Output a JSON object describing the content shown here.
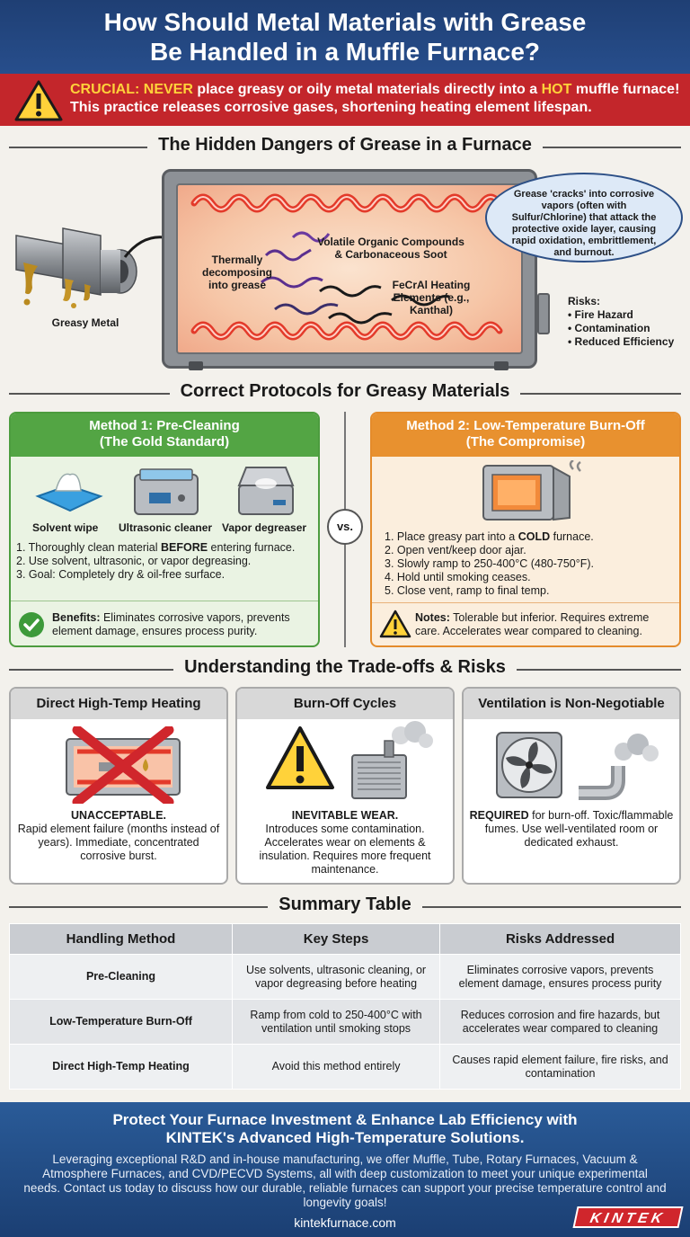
{
  "header": {
    "title_line1": "How Should Metal Materials with Grease",
    "title_line2": "Be Handled in a Muffle Furnace?"
  },
  "warning": {
    "prefix": "CRUCIAL: NEVER",
    "middle": " place greasy or oily metal materials directly into a ",
    "hot": "HOT",
    "suffix": " muffle furnace!",
    "line2": "This practice releases corrosive gases, shortening heating element lifespan."
  },
  "dangers": {
    "title": "The Hidden Dangers of Grease in a Furnace",
    "greasy_metal": "Greasy Metal",
    "decomposing": "Thermally decomposing into grease",
    "voc": "Volatile Organic Compounds & Carbonaceous Soot",
    "elements": "FeCrAl Heating Elements (e.g., Kanthal)",
    "bubble": "Grease 'cracks' into corrosive vapors (often with Sulfur/Chlorine) that attack the protective oxide layer, causing rapid oxidation, embrittlement, and burnout.",
    "risks_title": "Risks:",
    "risks": [
      "• Fire Hazard",
      "• Contamination",
      "• Reduced Efficiency"
    ]
  },
  "protocols": {
    "title": "Correct Protocols for Greasy Materials",
    "vs": "vs.",
    "method1": {
      "title1": "Method 1: Pre-Cleaning",
      "title2": "(The Gold Standard)",
      "icons": [
        "Solvent wipe",
        "Ultrasonic cleaner",
        "Vapor degreaser"
      ],
      "step1a": "1. Thoroughly clean material ",
      "step1b": "BEFORE",
      "step1c": " entering furnace.",
      "step2": "2. Use solvent, ultrasonic, or vapor degreasing.",
      "step3": "3. Goal: Completely dry & oil-free surface.",
      "benefit_label": "Benefits:",
      "benefit_text": " Eliminates corrosive vapors, prevents element damage, ensures process purity."
    },
    "method2": {
      "title1": "Method 2: Low-Temperature Burn-Off",
      "title2": "(The Compromise)",
      "step1a": "1. Place greasy part into a ",
      "step1b": "COLD",
      "step1c": " furnace.",
      "step2": "2. Open vent/keep door ajar.",
      "step3": "3. Slowly ramp to 250-400°C (480-750°F).",
      "step4": "4. Hold until smoking ceases.",
      "step5": "5. Close vent, ramp to final temp.",
      "note_label": "Notes:",
      "note_text": " Tolerable but inferior. Requires extreme care. Accelerates wear compared to cleaning."
    }
  },
  "tradeoffs": {
    "title": "Understanding the Trade-offs & Risks",
    "cards": [
      {
        "title": "Direct High-Temp Heating",
        "bold": "UNACCEPTABLE.",
        "text": "Rapid element failure (months instead of years). Immediate, concentrated corrosive burst."
      },
      {
        "title": "Burn-Off Cycles",
        "bold": "INEVITABLE WEAR.",
        "text": "Introduces some contamination. Accelerates wear on elements & insulation. Requires more frequent maintenance."
      },
      {
        "title": "Ventilation is Non-Negotiable",
        "bold": "REQUIRED",
        "text": " for burn-off. Toxic/flammable fumes. Use well-ventilated room or dedicated exhaust."
      }
    ]
  },
  "summary": {
    "title": "Summary Table",
    "headers": [
      "Handling Method",
      "Key Steps",
      "Risks Addressed"
    ],
    "rows": [
      [
        "Pre-Cleaning",
        "Use solvents, ultrasonic cleaning, or vapor degreasing before heating",
        "Eliminates corrosive vapors, prevents element damage, ensures process purity"
      ],
      [
        "Low-Temperature Burn-Off",
        "Ramp from cold to 250-400°C with ventilation until smoking stops",
        "Reduces corrosion and fire hazards, but accelerates wear compared to cleaning"
      ],
      [
        "Direct High-Temp Heating",
        "Avoid this method entirely",
        "Causes rapid element failure, fire risks, and contamination"
      ]
    ]
  },
  "footer": {
    "headline1": "Protect Your Furnace Investment & Enhance Lab Efficiency with",
    "headline2": "KINTEK's Advanced High-Temperature Solutions.",
    "body": "Leveraging exceptional R&D and in-house manufacturing, we offer Muffle, Tube, Rotary Furnaces, Vacuum & Atmosphere Furnaces, and CVD/PECVD Systems, all with deep customization to meet your unique experimental needs. Contact us today to discuss how our durable, reliable furnaces can support your precise temperature control and longevity goals!",
    "url": "kintekfurnace.com",
    "logo": "KINTEK"
  },
  "colors": {
    "header_blue": "#274e8c",
    "warning_red": "#c3262b",
    "green": "#53a544",
    "orange": "#e8912f"
  }
}
